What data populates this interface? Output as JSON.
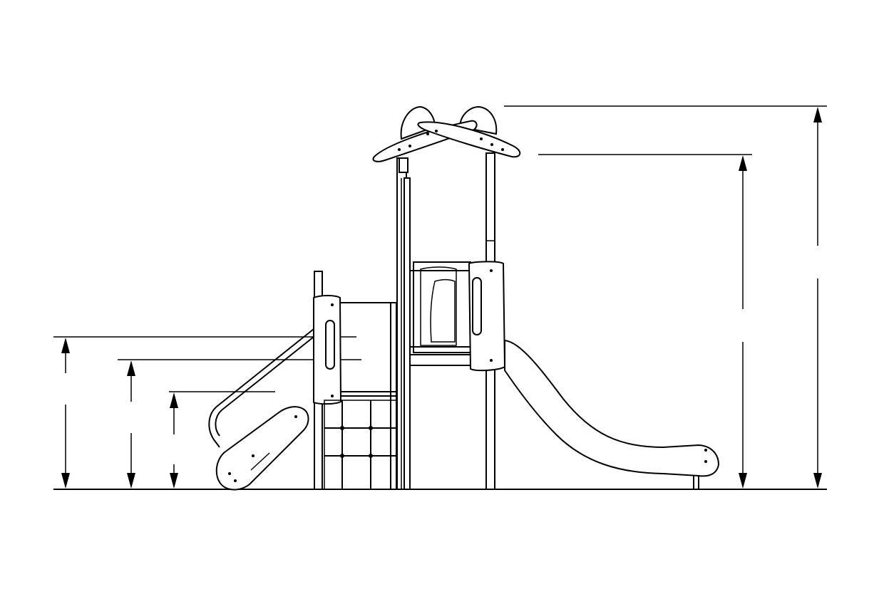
{
  "dimensions": {
    "total_height": "3560",
    "platform_roof_height": "3100",
    "upper_deck_height": "1410",
    "mid_deck_height": "1200",
    "lower_step_height": "900"
  }
}
